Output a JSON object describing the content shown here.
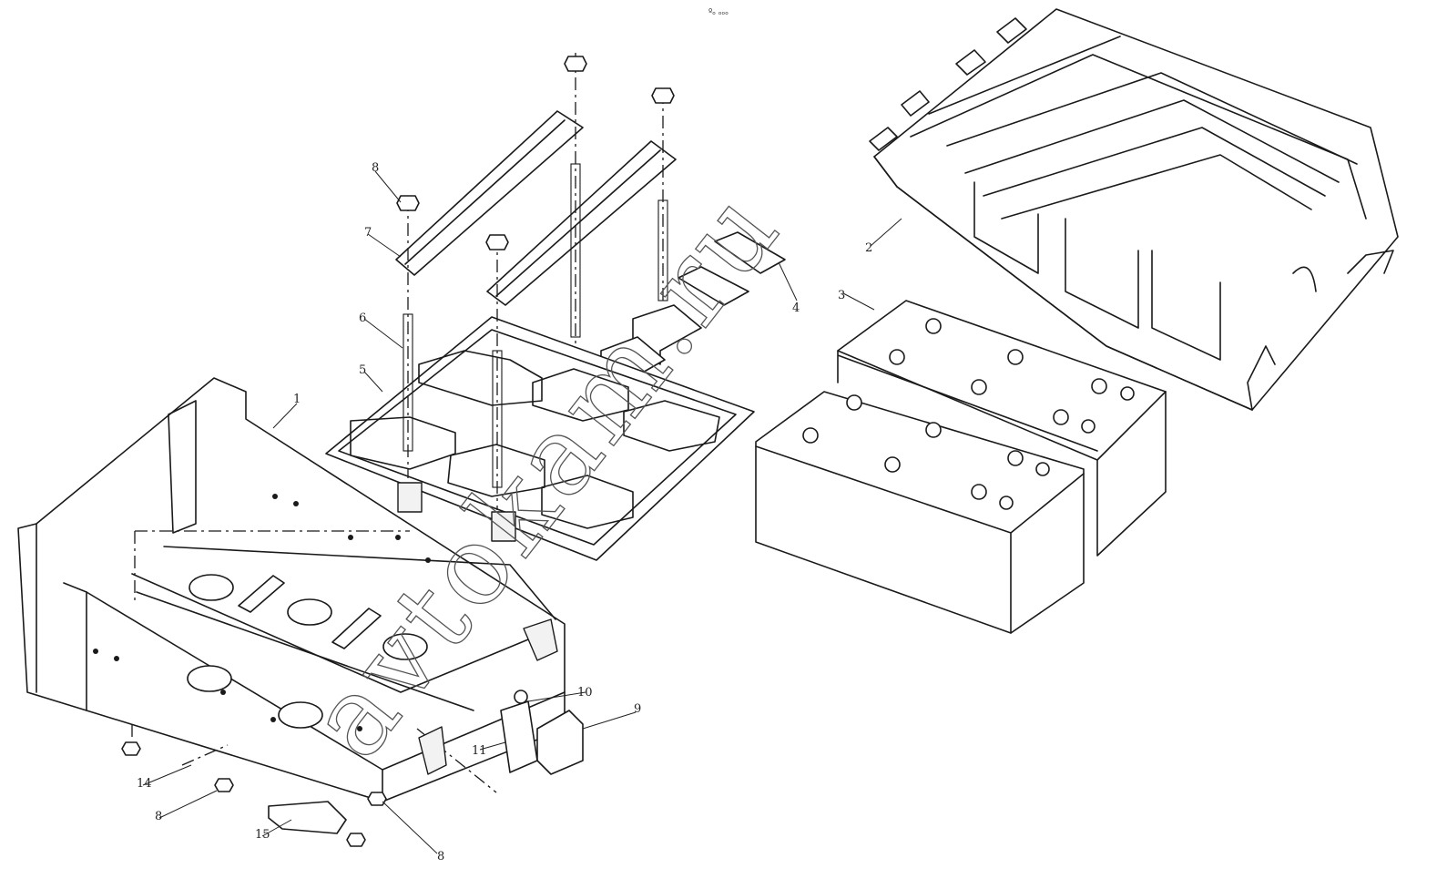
{
  "header": {
    "mark": "ºₒ ₒₒₒ"
  },
  "watermark": "avtokam.ru",
  "callouts": [
    "1",
    "2",
    "3",
    "4",
    "5",
    "6",
    "7",
    "8",
    "8",
    "8",
    "9",
    "10",
    "11",
    "14",
    "15"
  ]
}
